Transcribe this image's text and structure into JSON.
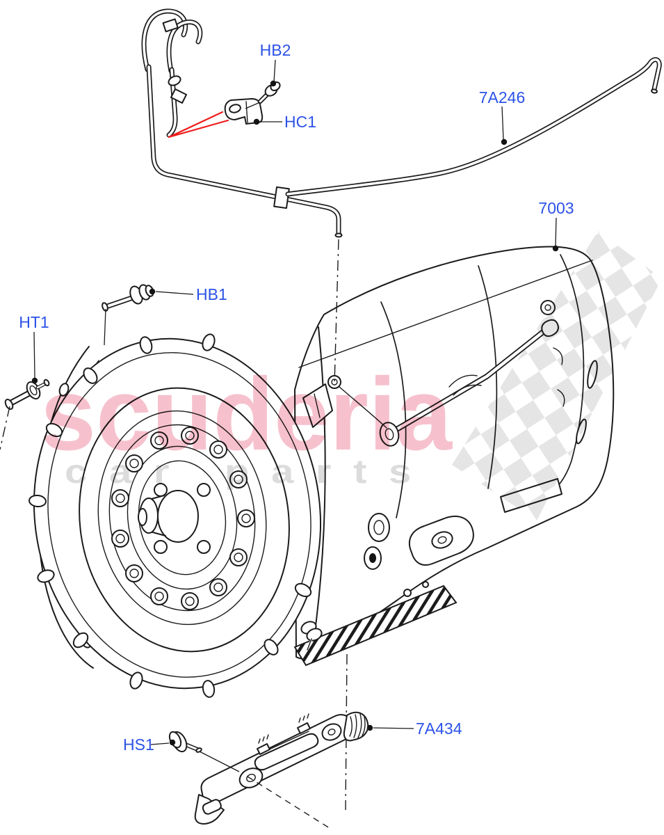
{
  "diagram": {
    "type": "automatic-transmission-parts-diagram",
    "parts": [
      {
        "code": "HB2"
      },
      {
        "code": "HC1"
      },
      {
        "code": "7A246"
      },
      {
        "code": "7003"
      },
      {
        "code": "HB1"
      },
      {
        "code": "HT1"
      },
      {
        "code": "HS1"
      },
      {
        "code": "7A434"
      }
    ],
    "watermark": {
      "primary": "scuderia",
      "secondary": "car parts"
    },
    "colors": {
      "label": "#2b52e8",
      "pointer": "#ee1c1c",
      "line": "#1b1b1b",
      "watermark_primary": "#f5b9c6",
      "watermark_secondary": "#d9d9d9",
      "checker": "#e3e3e3"
    }
  }
}
